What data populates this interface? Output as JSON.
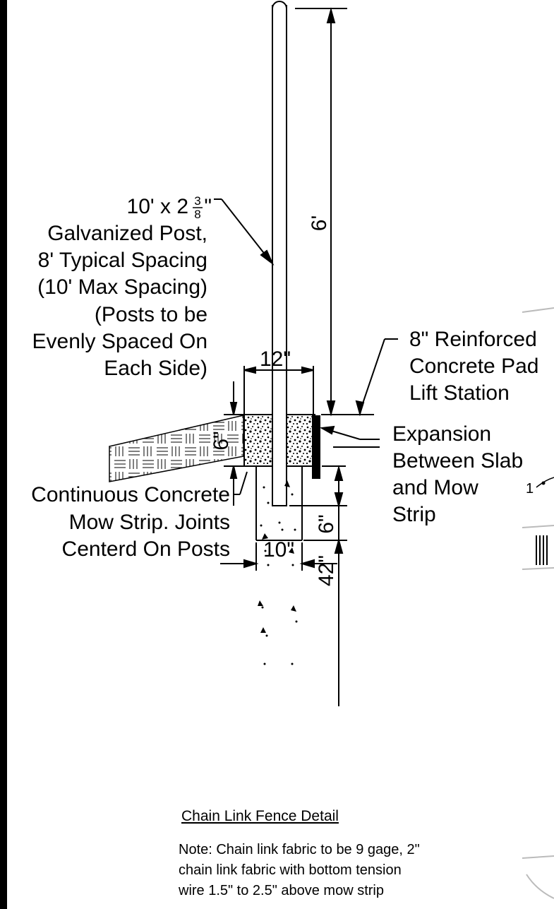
{
  "drawing": {
    "title": "Chain Link Fence Detail",
    "note_lines": [
      "Note: Chain link fabric to be 9 gage, 2\"",
      "chain link fabric with bottom tension",
      "wire 1.5\" to 2.5\" above mow strip"
    ],
    "post_label": {
      "line1_prefix": "10' x 2",
      "frac_num": "3",
      "frac_den": "8",
      "line1_suffix": "\"",
      "lines": [
        "Galvanized Post,",
        "8' Typical Spacing",
        "(10' Max Spacing)",
        "(Posts to be",
        "Evenly Spaced On",
        "Each Side)"
      ]
    },
    "pad_label": [
      "8\" Reinforced",
      "Concrete Pad",
      "Lift Station"
    ],
    "expansion_label": [
      "Expansion",
      "Between Slab",
      "and Mow",
      "Strip"
    ],
    "mow_strip_label": [
      "Continuous Concrete",
      "Mow Strip. Joints",
      "Centerd On Posts"
    ],
    "dimensions": {
      "post_above_grade": "6'",
      "mow_strip_width": "12\"",
      "mow_strip_depth": "6\"",
      "footing_depth": "42\"",
      "below_post": "6\"",
      "footing_width": "10\""
    },
    "stray_marks": [
      "1"
    ]
  }
}
